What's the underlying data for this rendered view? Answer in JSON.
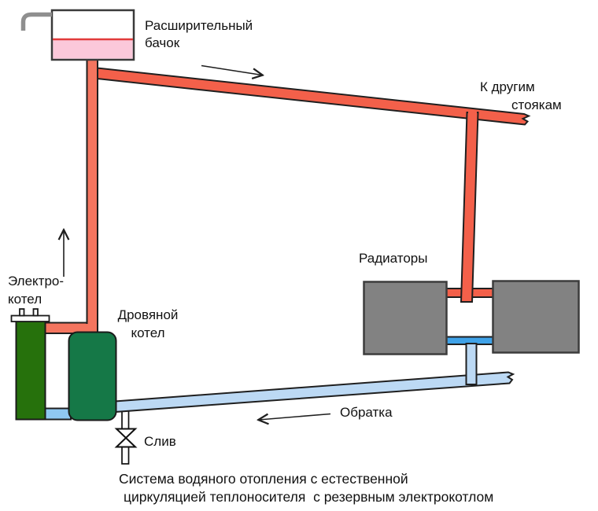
{
  "labels": {
    "expansion_tank": "Расширительный\nбачок",
    "to_risers_1": "К другим",
    "to_risers_2": "стоякам",
    "radiators": "Радиаторы",
    "electric_boiler": "Электро-\nкотел",
    "wood_boiler": "Дровяной\nкотел",
    "return_line": "Обратка",
    "drain": "Слив"
  },
  "caption": {
    "line1": "Система водяного отопления с естественной",
    "line2": "циркуляцией теплоносителя  с резервным электрокотлом"
  },
  "colors": {
    "supply_red": "#f3604a",
    "supply_red_light": "#f4755f",
    "return_blue": "#bcd9f4",
    "connector_blue": "#3fa2e8",
    "boiler_connector_blue": "#8fc8f2",
    "tank_pink": "#fbc8da",
    "water_line_red": "#e23b3b",
    "electric_green": "#26710c",
    "wood_green": "#157847",
    "radiator_gray": "#828282",
    "overflow_gray": "#8f8f8f",
    "outline": "#1f1f1f"
  }
}
